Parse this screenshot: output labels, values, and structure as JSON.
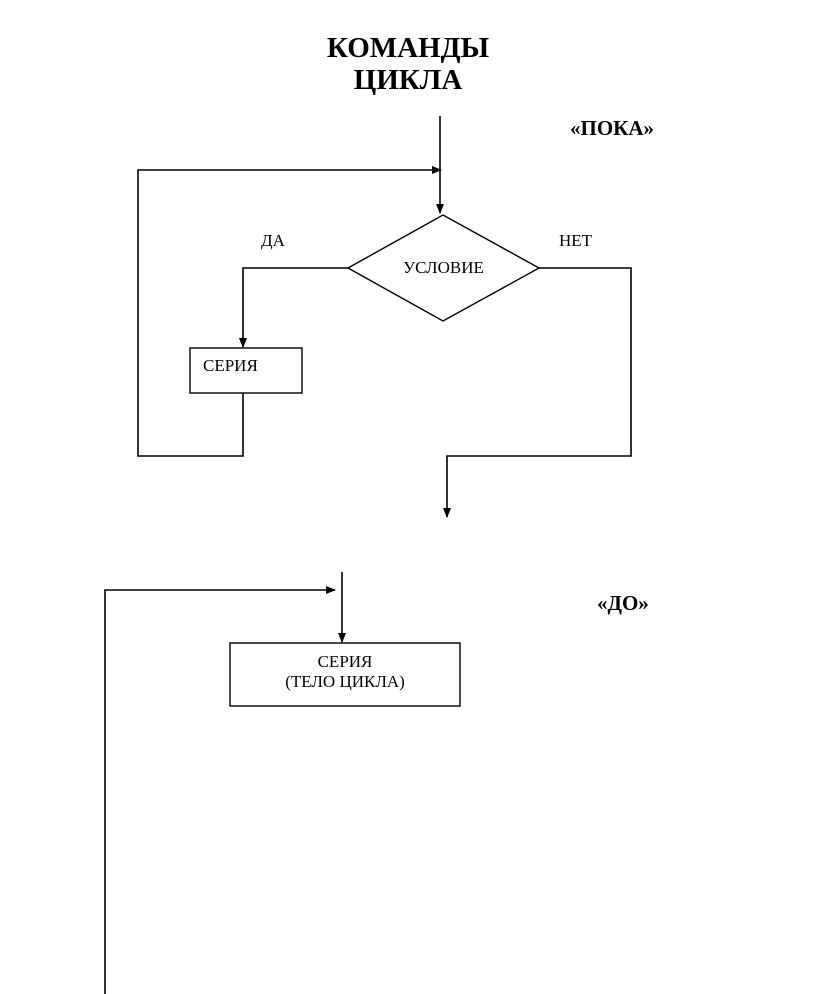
{
  "title": {
    "line1": "КОМАНДЫ",
    "line2": "ЦИКЛА"
  },
  "while_loop": {
    "heading": "«ПОКА»",
    "yes_label": "ДА",
    "no_label": "НЕТ",
    "condition": "УСЛОВИЕ",
    "body": "СЕРИЯ"
  },
  "do_loop": {
    "heading": "«ДО»",
    "body_line1": "СЕРИЯ",
    "body_line2": "(ТЕЛО ЦИКЛА)"
  }
}
